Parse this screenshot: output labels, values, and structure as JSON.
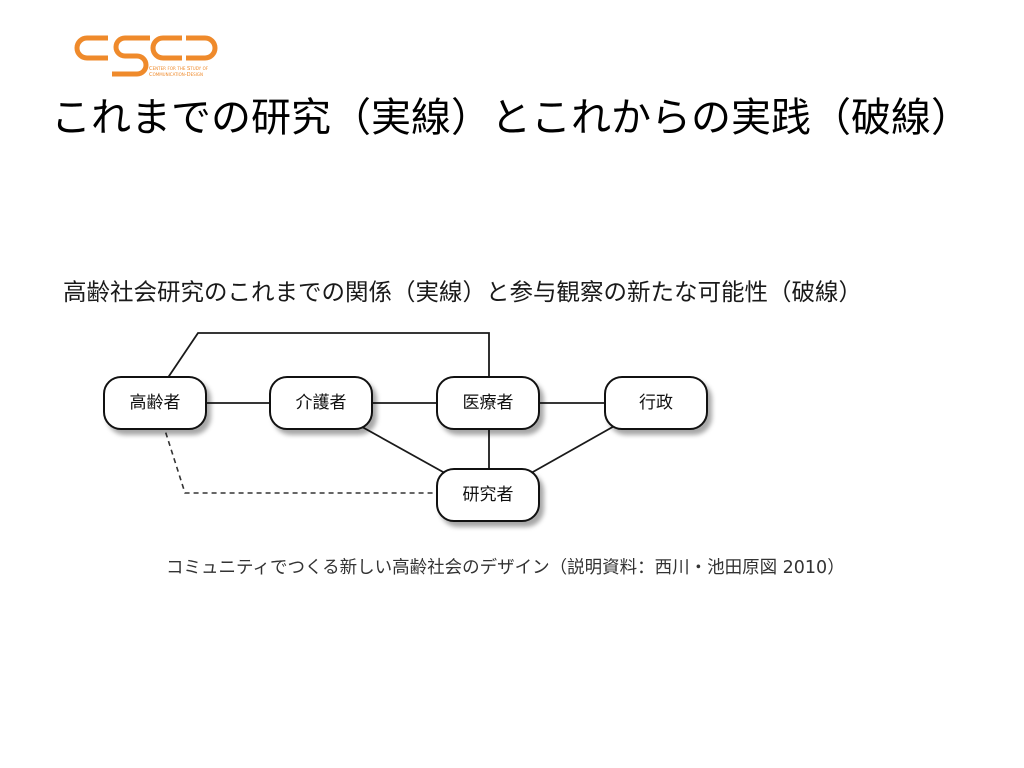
{
  "logo": {
    "mark": "CSCD",
    "tagline": [
      "Center for the Study of",
      "Communication-Design"
    ],
    "color": "#ef8a2b"
  },
  "slide": {
    "title": "これまでの研究（実線）とこれからの実践（破線）",
    "subtitle": "高齢社会研究のこれまでの関係（実線）と参与観察の新たな可能性（破線）",
    "caption": "コミュニティでつくる新しい高齢社会のデザイン（説明資料：西川・池田原図 2010）"
  },
  "diagram": {
    "nodes": [
      "高齢者",
      "介護者",
      "医療者",
      "行政",
      "研究者"
    ],
    "edges": [
      {
        "from": "高齢者",
        "to": "介護者",
        "dashed": false
      },
      {
        "from": "介護者",
        "to": "医療者",
        "dashed": false
      },
      {
        "from": "医療者",
        "to": "行政",
        "dashed": false
      },
      {
        "from": "高齢者",
        "to": "医療者",
        "dashed": false
      },
      {
        "from": "介護者",
        "to": "研究者",
        "dashed": false
      },
      {
        "from": "医療者",
        "to": "研究者",
        "dashed": false
      },
      {
        "from": "行政",
        "to": "研究者",
        "dashed": false
      },
      {
        "from": "高齢者",
        "to": "研究者",
        "dashed": true
      }
    ]
  }
}
